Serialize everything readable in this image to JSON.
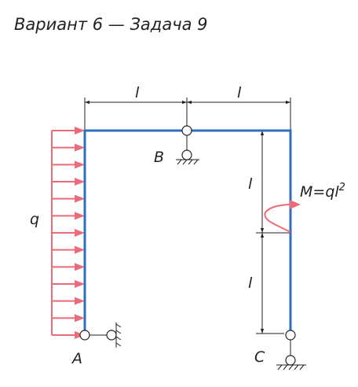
{
  "title": "Вариант 6 — Задача 9",
  "labels": {
    "dim_top_left": "l",
    "dim_top_right": "l",
    "dim_right_upper": "l",
    "dim_right_lower": "l",
    "load_q": "q",
    "moment": "M=ql",
    "moment_exp": "2",
    "node_a": "A",
    "node_b": "B",
    "node_c": "C"
  },
  "colors": {
    "frame": "#2e6fbf",
    "load": "#ec6b78",
    "line": "#222222"
  }
}
